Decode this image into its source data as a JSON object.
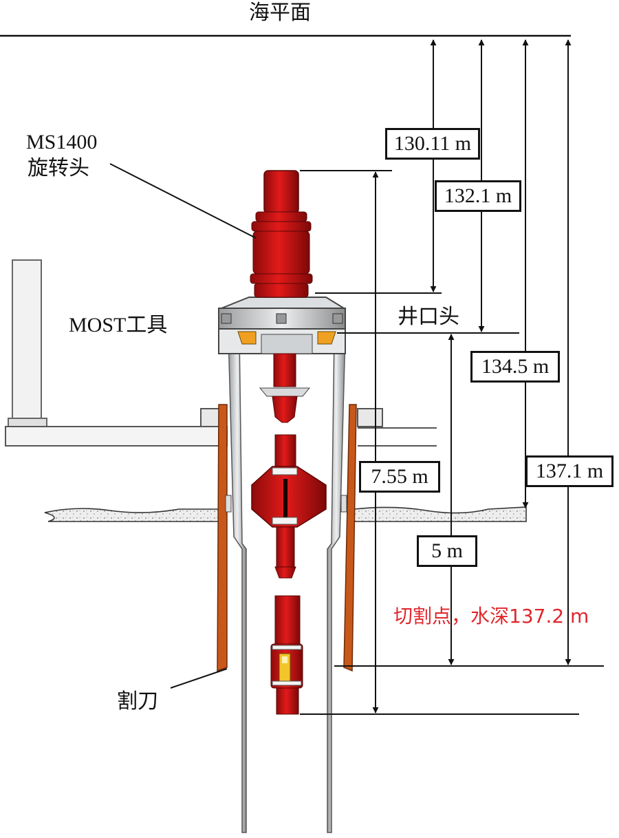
{
  "labels": {
    "sea_level": "海平面",
    "swivel_model": "MS1400",
    "swivel_name": "旋转头",
    "tool_name": "MOST工具",
    "wellhead": "井口头",
    "cutter": "割刀",
    "cut_point": "切割点，水深137.2 m"
  },
  "dimensions": {
    "d_130": "130.11 m",
    "d_132": "132.1 m",
    "d_134": "134.5 m",
    "d_137": "137.1 m",
    "d_755": "7.55 m",
    "d_5": "5 m"
  },
  "colors": {
    "tool_red": "#d41414",
    "casing_orange": "#c8581a",
    "accent_text_red": "#e0262c",
    "steel_gray": "#c9ccce"
  }
}
